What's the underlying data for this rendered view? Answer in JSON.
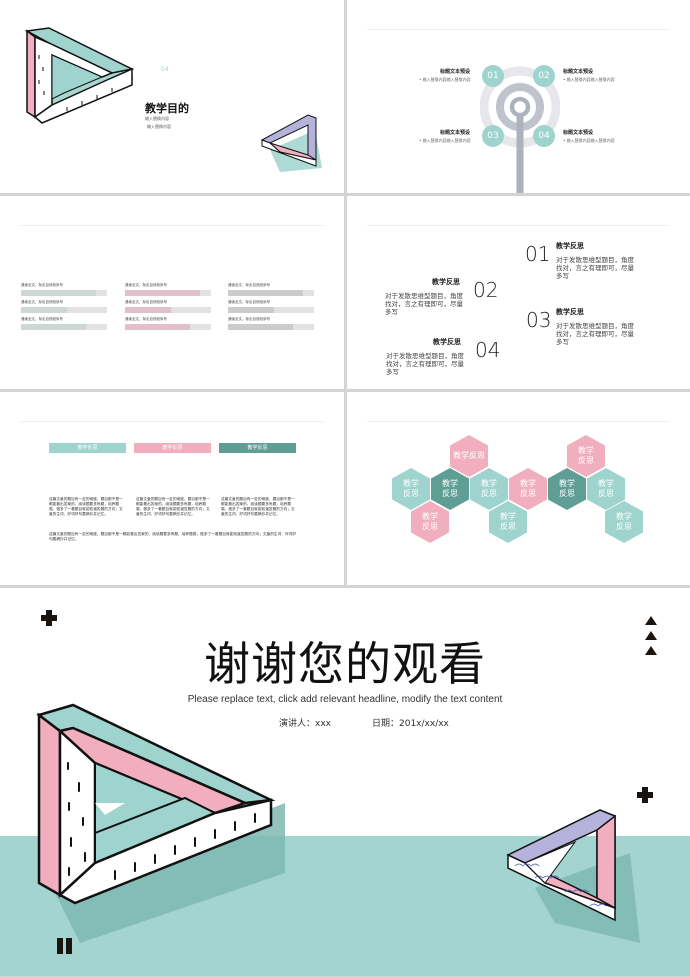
{
  "colors": {
    "teal_light": "#9fd3cd",
    "teal_dark": "#5f9e94",
    "pink": "#f0aebf",
    "lavender": "#b5b3dc",
    "gray_ring": "#bfc4cc",
    "floor": "#a4d4cf",
    "ink": "#1a1410"
  },
  "slides": {
    "s1": {
      "number": "04",
      "title": "教学目的",
      "subtitles": [
        "输入替换内容",
        "输入替换内容"
      ]
    },
    "s2": {
      "items": [
        {
          "num": "01",
          "title": "标题文本预设",
          "text": "• 输入替换内容输入替换内容"
        },
        {
          "num": "02",
          "title": "标题文本预设",
          "text": "• 输入替换内容输入替换内容"
        },
        {
          "num": "03",
          "title": "标题文本预设",
          "text": "• 输入替换内容输入替换内容"
        },
        {
          "num": "04",
          "title": "标题文本预设",
          "text": "• 输入替换内容输入替换内容"
        }
      ]
    },
    "s3": {
      "columns": [
        {
          "color": "#cdd7d3",
          "rows": [
            {
              "label": "通读全文，标出自然段序号",
              "percent": 87
            },
            {
              "label": "通读全文，标出自然段序号",
              "percent": 53
            },
            {
              "label": "通读全文，标出自然段序号",
              "percent": 76
            }
          ]
        },
        {
          "color": "#e0c1c9",
          "rows": [
            {
              "label": "通读全文，标出自然段序号",
              "percent": 87
            },
            {
              "label": "通读全文，标出自然段序号",
              "percent": 53
            },
            {
              "label": "通读全文，标出自然段序号",
              "percent": 76
            }
          ]
        },
        {
          "color": "#cbcdcc",
          "rows": [
            {
              "label": "通读全文，标出自然段序号",
              "percent": 87
            },
            {
              "label": "通读全文，标出自然段序号",
              "percent": 53
            },
            {
              "label": "通读全文，标出自然段序号",
              "percent": 76
            }
          ]
        }
      ]
    },
    "s4": {
      "items": [
        {
          "num": "01",
          "title": "教学反思",
          "text": "对于发散思维型题目，角度找对，言之有理即可，尽量多写"
        },
        {
          "num": "02",
          "title": "教学反思",
          "text": "对于发散思维型题目，角度找对，言之有理即可，尽量多写"
        },
        {
          "num": "03",
          "title": "教学反思",
          "text": "对于发散思维型题目，角度找对，言之有理即可，尽量多写"
        },
        {
          "num": "04",
          "title": "教学反思",
          "text": "对于发散思维型题目，角度找对，言之有理即可，尽量多写"
        }
      ]
    },
    "s5": {
      "tags": [
        "教学反思",
        "教学反思",
        "教学反思"
      ],
      "paragraphs": [
        "这篇文章的题目有一定的难度，题目都不是一眼能看出答案的，阅读题要多练题，培养题感，做多了一看题目就能知道答题的方向；文章的生词、好词好句要摘抄并记忆。",
        "这篇文章的题目有一定的难度，题目都不是一眼能看出答案的，阅读题要多练题，培养题感，做多了一看题目就能知道答题的方向；文章的生词、好词好句要摘抄并记忆。",
        "这篇文章的题目有一定的难度，题目都不是一眼能看出答案的，阅读题要多练题，培养题感，做多了一看题目就能知道答题的方向；文章的生词、好词好句要摘抄并记忆。"
      ],
      "wide_paragraph": "这篇文章的题目有一定的难度，题目都不是一眼能看出答案的，阅读题要多练题，培养题感，做多了一看题目就能知道答题的方向；文章的生词、好词好句要摘抄并记忆。"
    },
    "s6": {
      "hex_label_line1": "教学",
      "hex_label_line2": "反思",
      "hexes": [
        {
          "l1": "教学",
          "l2": "反思",
          "color": "#f0aebf"
        },
        {
          "l1": "教学",
          "l2": "反思",
          "color": "#9fd3cd"
        },
        {
          "l1": "教学",
          "l2": "反思",
          "color": "#5f9e94"
        },
        {
          "l1": "教学",
          "l2": "反思",
          "color": "#9fd3cd"
        },
        {
          "l1": "教学",
          "l2": "反思",
          "color": "#f0aebf"
        },
        {
          "l1": "教学",
          "l2": "反思",
          "color": "#9fd3cd"
        },
        {
          "l1": "教学",
          "l2": "反思",
          "color": "#f0aebf"
        },
        {
          "l1": "教学",
          "l2": "反思",
          "color": "#f0aebf"
        },
        {
          "l1": "教学",
          "l2": "反思",
          "color": "#5f9e94"
        },
        {
          "l1": "教学",
          "l2": "反思",
          "color": "#9fd3cd"
        },
        {
          "l1": "教学",
          "l2": "反思",
          "color": "#9fd3cd"
        }
      ]
    },
    "closing": {
      "title": "谢谢您的观看",
      "subtitle": "Please replace text, click add relevant headline, modify the text content",
      "speaker": "演讲人：xxx",
      "date": "日期：201x/xx/xx"
    }
  }
}
